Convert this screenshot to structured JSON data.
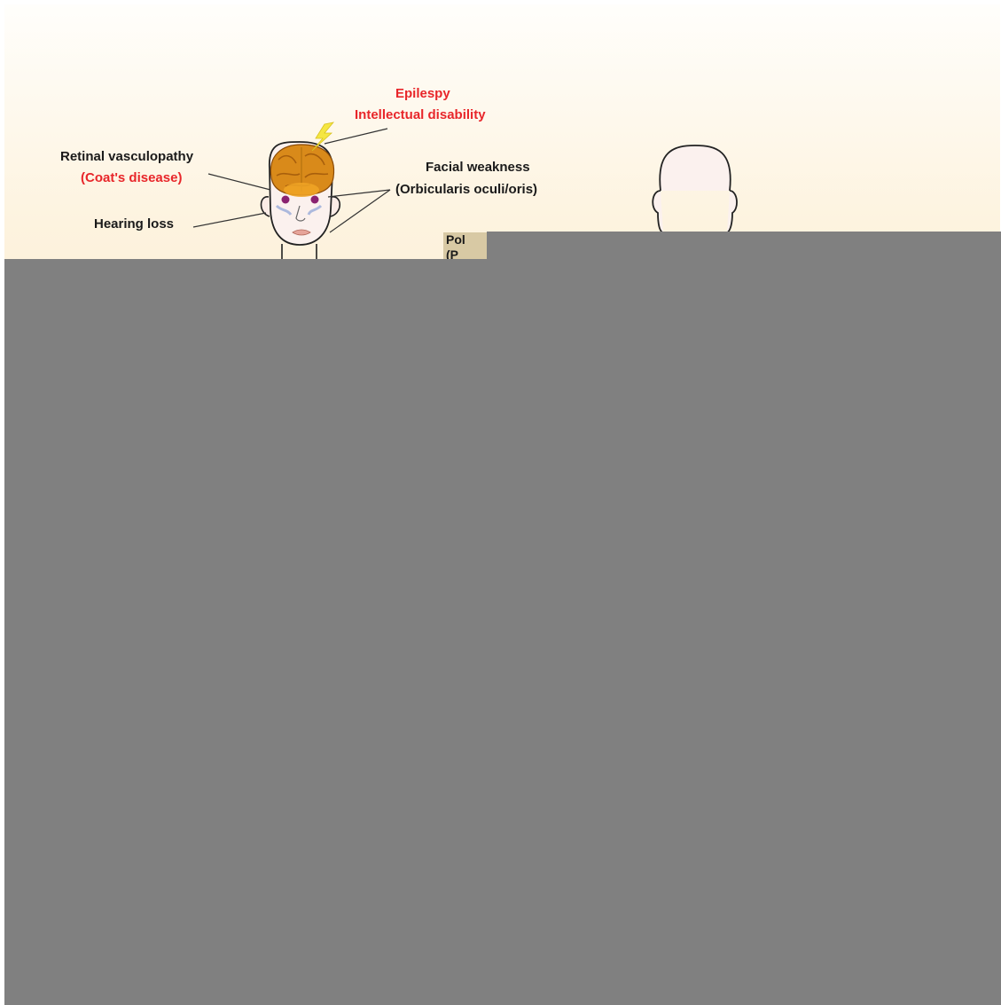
{
  "labels": {
    "epilepsy": "Epilespy",
    "intellectual_disability": "Intellectual disability",
    "retinal_vasculopathy": "Retinal vasculopathy",
    "coats_disease": "(Coat's disease)",
    "facial_weakness": "Facial weakness",
    "orbicularis": "(Orbicularis oculi/oris)",
    "hearing_loss": "Hearing loss",
    "partial_line1": "Pol",
    "partial_line2": "(P"
  },
  "colors": {
    "red_text": "#e8262a",
    "brain": "#d98a1a",
    "lightning": "#f5e642",
    "occluder": "#808080"
  },
  "icons": [
    "brain-icon",
    "lightning-icon",
    "head-outline",
    "head-outline-right"
  ]
}
